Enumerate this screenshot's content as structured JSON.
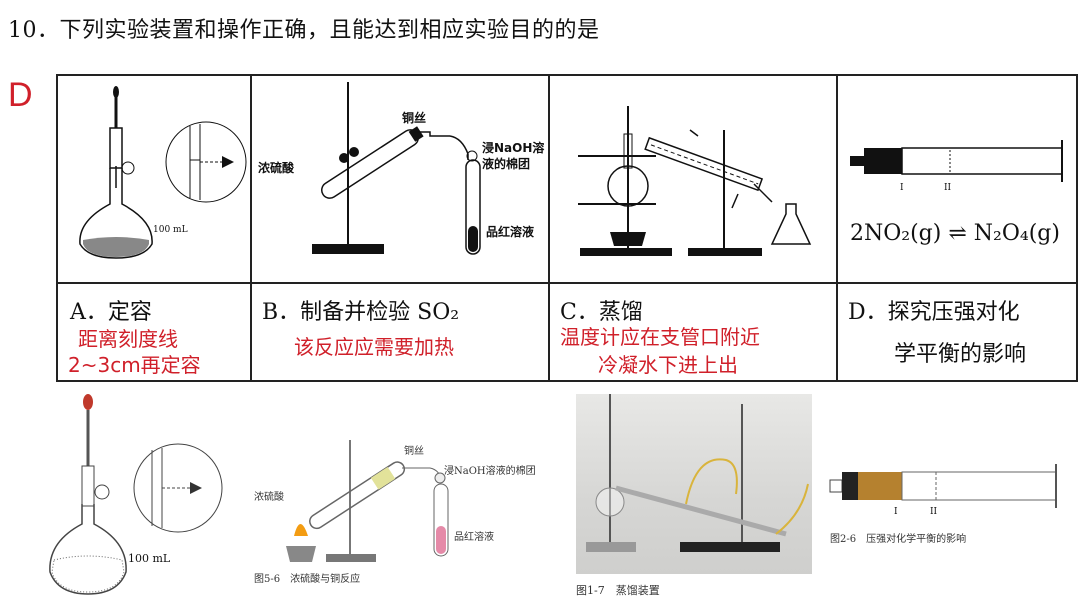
{
  "question": {
    "title": "10．下列实验装置和操作正确，且能达到相应实验目的的是",
    "answer": "D"
  },
  "options": [
    {
      "label": "A．定容",
      "notes": [
        "距离刻度线",
        "2~3cm再定容"
      ],
      "fig_labels": [
        "100 mL"
      ]
    },
    {
      "label": "B．制备并检验 SO₂",
      "notes": [
        "该反应应需要加热"
      ],
      "fig_labels": [
        "铜丝",
        "浸NaOH溶",
        "液的棉团",
        "浓硫酸",
        "品红溶液"
      ]
    },
    {
      "label": "C．蒸馏",
      "notes": [
        "温度计应在支管口附近",
        "冷凝水下进上出"
      ]
    },
    {
      "label": "D．探究压强对化",
      "label2": "学平衡的影响",
      "fig_labels": [
        "I",
        "II"
      ],
      "equation": "2NO₂(g) ⇌ N₂O₄(g)"
    }
  ],
  "textbook": {
    "fig1_label": "100 mL",
    "fig2": {
      "caption": "图5-6　浓硫酸与铜反应",
      "labels": [
        "铜丝",
        "浸NaOH溶液的棉团",
        "浓硫酸",
        "品红溶液"
      ]
    },
    "fig3": {
      "caption": "图1-7　蒸馏装置"
    },
    "fig4": {
      "caption": "图2-6　压强对化学平衡的影响",
      "labels": [
        "I",
        "II"
      ]
    }
  },
  "colors": {
    "annotation_red": "#d0202a",
    "gas_brown": "#b5812f"
  }
}
